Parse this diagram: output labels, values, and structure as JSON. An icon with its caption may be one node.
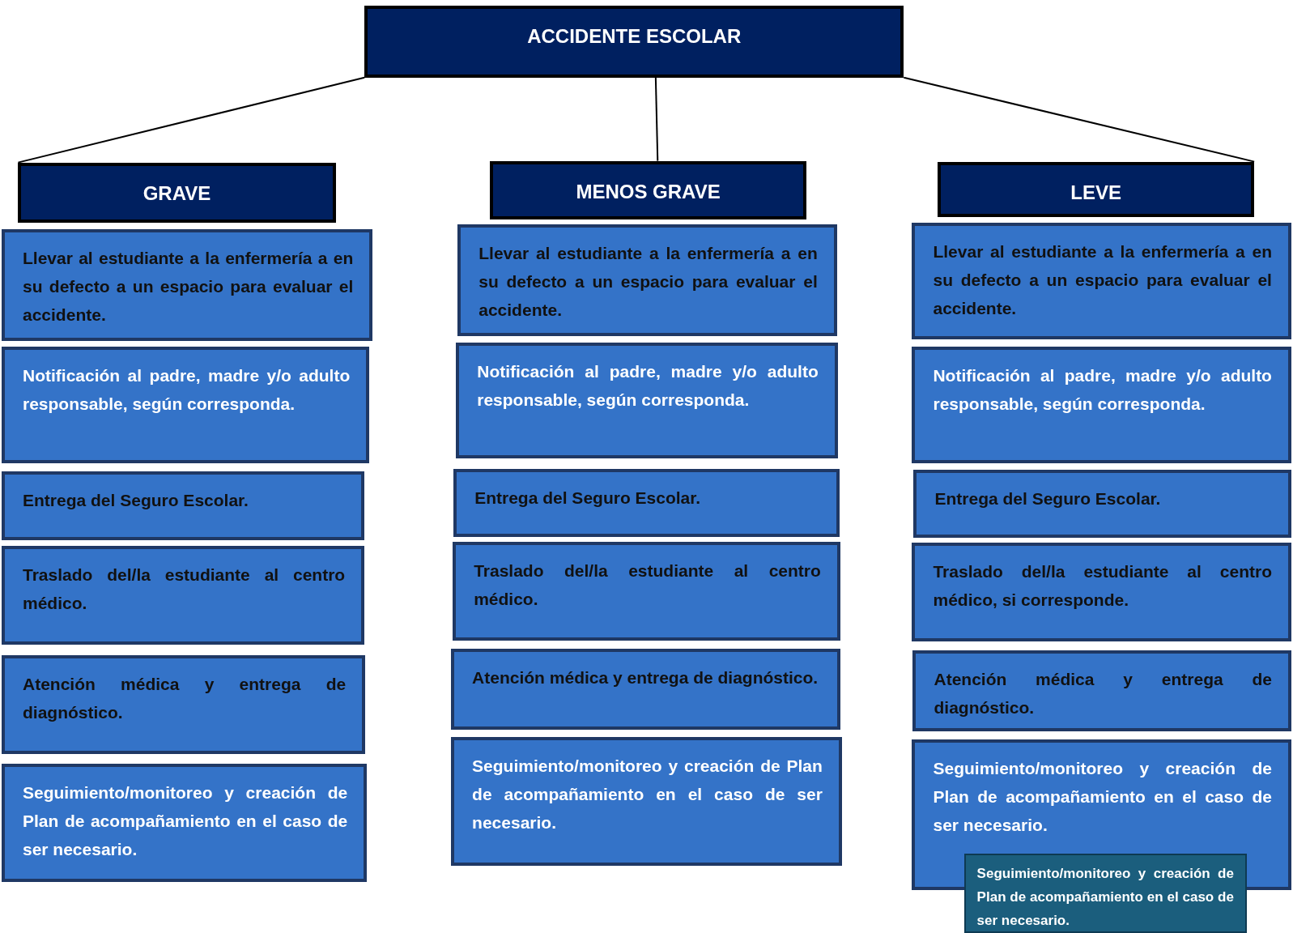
{
  "diagram": {
    "nodes": [
      {
        "text": [
          "ACCIDENTE ESCOLAR"
        ]
      },
      {
        "text": [
          "GRAVE"
        ]
      },
      {
        "text": [
          "MENOS GRAVE"
        ]
      },
      {
        "text": [
          "LEVE"
        ]
      },
      {
        "text": [
          "Llevar al estudiante a la enfermería a en su defecto a un espacio para evaluar el accidente."
        ]
      },
      {
        "text": [
          "Notificación al padre, madre y/o adulto responsable, según corresponda."
        ]
      },
      {
        "text": [
          "Entrega del Seguro Escolar."
        ]
      },
      {
        "text": [
          "Traslado del/la estudiante al centro médico."
        ]
      },
      {
        "text": [
          "Atención médica y entrega de diagnóstico."
        ]
      },
      {
        "text": [
          "Seguimiento/monitoreo y creación de Plan de acompañamiento en el caso de ser necesario."
        ]
      },
      {
        "text": [
          "Llevar al estudiante a la enfermería a en su defecto a un espacio para evaluar el accidente."
        ]
      },
      {
        "text": [
          "Notificación al padre, madre y/o adulto responsable, según corresponda."
        ]
      },
      {
        "text": [
          "Entrega del Seguro Escolar."
        ]
      },
      {
        "text": [
          "Traslado del/la estudiante al centro médico."
        ]
      },
      {
        "text": [
          "Atención médica y entrega de diagnóstico."
        ]
      },
      {
        "text": [
          "Seguimiento/monitoreo y creación de Plan de acompañamiento en el caso de ser necesario."
        ]
      },
      {
        "text": [
          "Llevar al estudiante a la enfermería a en su defecto a un espacio para evaluar el accidente."
        ]
      },
      {
        "text": [
          "Notificación al padre, madre y/o adulto responsable, según corresponda."
        ]
      },
      {
        "text": [
          "Entrega del Seguro Escolar."
        ]
      },
      {
        "text": [
          "Traslado del/la estudiante al centro médico, si corresponde."
        ]
      },
      {
        "text": [
          "Atención médica y entrega de diagnóstico."
        ]
      },
      {
        "text": [
          "Seguimiento/monitoreo y creación de Plan de acompañamiento en el caso de ser necesario."
        ]
      },
      {
        "text": [
          "Seguimiento/monitoreo y creación de Plan de acompañamiento en el caso de ser necesario."
        ]
      }
    ],
    "edges": [
      {
        "from": 0,
        "to": 1,
        "arrow": "none"
      },
      {
        "from": 0,
        "to": 2,
        "arrow": "none"
      },
      {
        "from": 0,
        "to": 3,
        "arrow": "none"
      }
    ]
  }
}
